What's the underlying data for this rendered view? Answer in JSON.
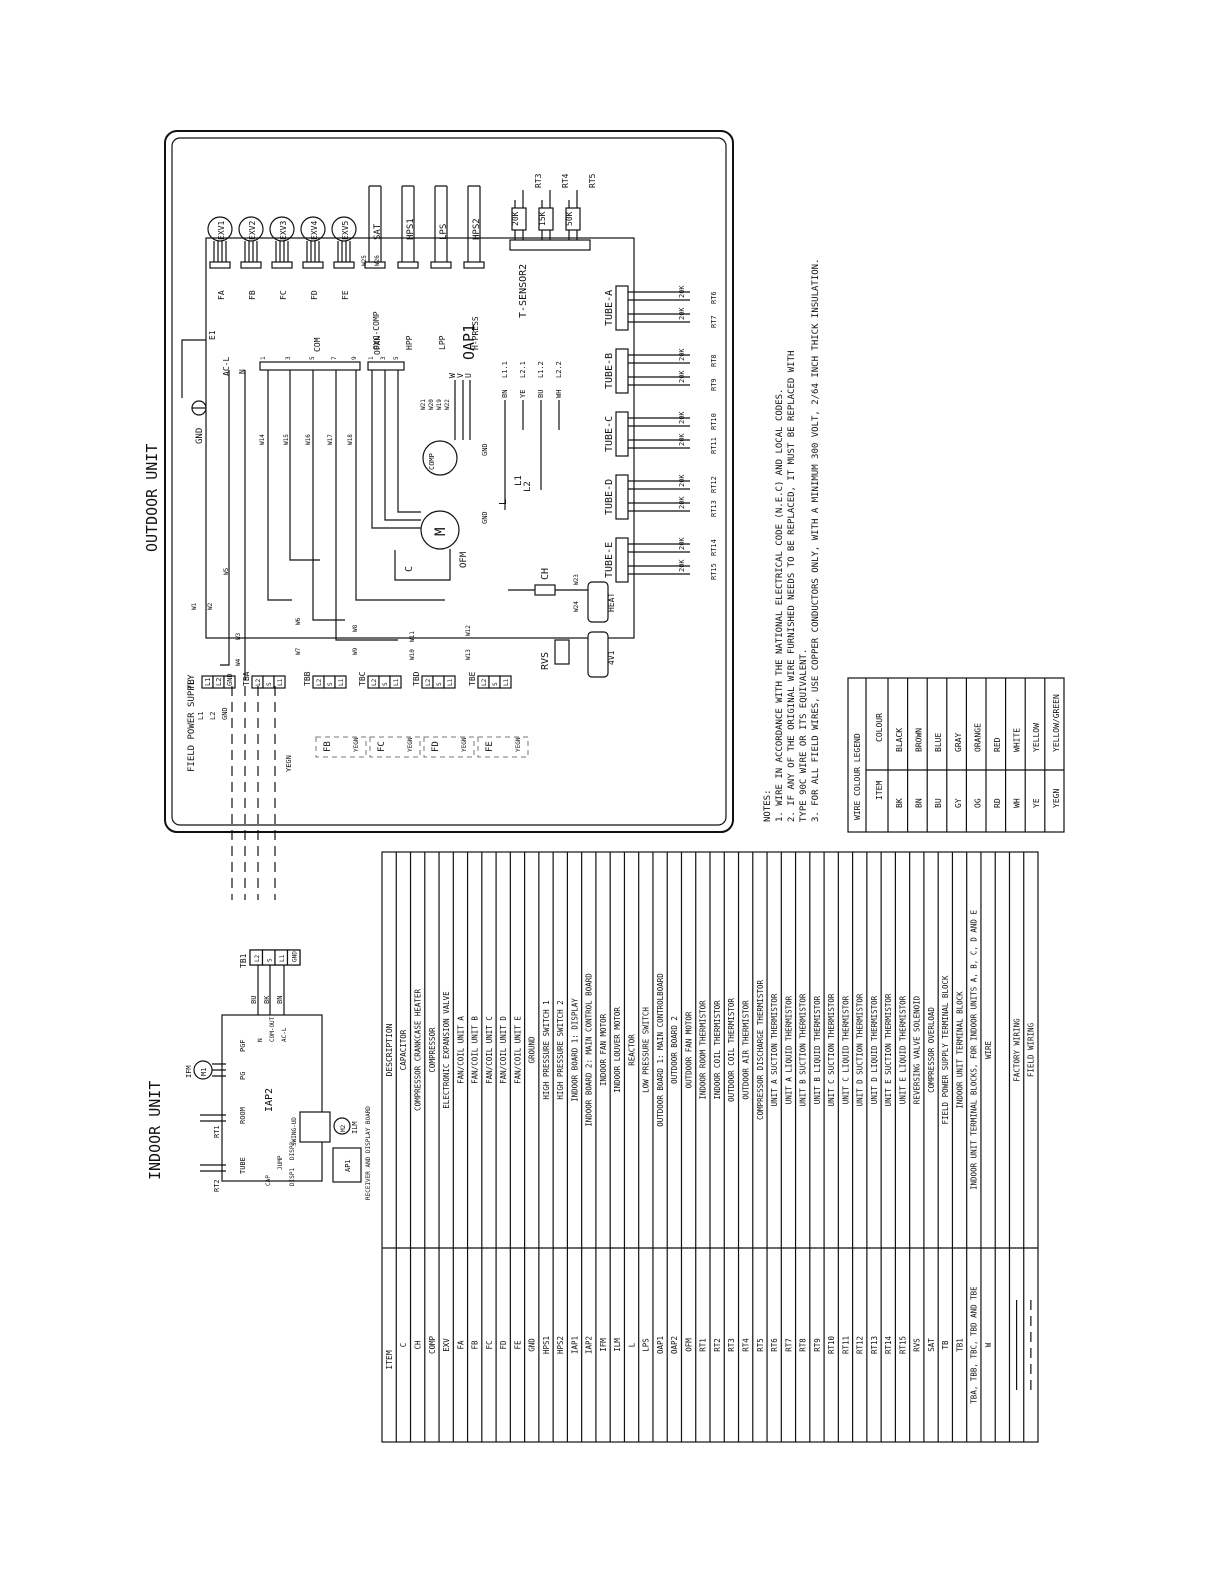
{
  "outdoor_unit": {
    "title": "OUTDOOR UNIT",
    "exv_labels": [
      "EXV1",
      "EXV2",
      "EXV3",
      "EXV4",
      "EXV5"
    ],
    "exv_connectors": [
      "FA",
      "FB",
      "FC",
      "FD",
      "FE"
    ],
    "switches": [
      "SAT",
      "HPS1",
      "LPS",
      "HPS2"
    ],
    "switch_connectors": [
      "OVC-COMP",
      "HPP",
      "LPP",
      "H-PRESS"
    ],
    "switch_wires": [
      "W25",
      "W26"
    ],
    "sensors": [
      "RT3",
      "RT4",
      "RT5"
    ],
    "sensor_values": [
      "20K",
      "15K",
      "50K"
    ],
    "sensor_connector": "T-SENSOR2",
    "board_label": "OAP1",
    "board_pins": [
      "E1",
      "AC-L",
      "N",
      "COM",
      "OFAN"
    ],
    "pin_numbers": [
      "1",
      "3",
      "5",
      "7",
      "9",
      "1",
      "3",
      "5"
    ],
    "compressor": {
      "label": "COMP",
      "pins": [
        "W",
        "V",
        "U"
      ],
      "wires": [
        "W21",
        "W20",
        "W19",
        "W22"
      ],
      "gnd": "GND"
    },
    "fan_motor": {
      "label": "OFM",
      "symbol": "M",
      "gnd": "GND",
      "wire": "W24"
    },
    "capacitor": "C",
    "reactor": {
      "label": "L",
      "coils": [
        "L1",
        "L2"
      ],
      "board_pins": [
        "L1.1",
        "L2.1",
        "L1.2",
        "L2.2"
      ],
      "wire_colors": [
        "BN",
        "YE",
        "BU",
        "WH"
      ]
    },
    "crankcase_heater": {
      "label": "CH",
      "connector": "HEAT",
      "wire": "W23"
    },
    "rvs": {
      "label": "RVS",
      "connector": "4V1"
    },
    "tubes": [
      {
        "label": "TUBE-A",
        "rts": [
          "RT6",
          "RT7"
        ]
      },
      {
        "label": "TUBE-B",
        "rts": [
          "RT8",
          "RT9"
        ]
      },
      {
        "label": "TUBE-C",
        "rts": [
          "RT10",
          "RT11"
        ]
      },
      {
        "label": "TUBE-D",
        "rts": [
          "RT12",
          "RT13"
        ]
      },
      {
        "label": "TUBE-E",
        "rts": [
          "RT14",
          "RT15"
        ]
      }
    ],
    "tube_thermistor_value": "20K",
    "internal_wires": [
      "W14",
      "W15",
      "W16",
      "W17",
      "W18",
      "W1",
      "W2",
      "W3",
      "W4",
      "W5",
      "W6",
      "W7",
      "W8",
      "W9",
      "W10",
      "W11",
      "W12",
      "W13"
    ],
    "gnd_label": "GND",
    "field_supply": {
      "label": "FIELD POWER SUPPLY",
      "tb": "TB",
      "terminals": [
        "L1",
        "L2",
        "GND"
      ],
      "field_terms": [
        "L1",
        "L2",
        "GND"
      ]
    },
    "terminal_blocks": [
      {
        "label": "TBA",
        "terms": [
          "L2",
          "S",
          "L1"
        ]
      },
      {
        "label": "TBB",
        "terms": [
          "L2",
          "S",
          "L1"
        ]
      },
      {
        "label": "TBC",
        "terms": [
          "L2",
          "S",
          "L1"
        ]
      },
      {
        "label": "TBD",
        "terms": [
          "L2",
          "S",
          "L1"
        ]
      },
      {
        "label": "TBE",
        "terms": [
          "L2",
          "S",
          "L1"
        ]
      }
    ],
    "fan_coil_units": [
      "FB",
      "FC",
      "FD",
      "FE"
    ],
    "yegn": "YEGN"
  },
  "notes": {
    "heading": "NOTES:",
    "lines": [
      "1. WIRE IN ACCORDANCE WITH THE NATIONAL ELECTRICAL CODE (N.E.C) AND LOCAL CODES.",
      "2. IF ANY OF THE ORIGINAL WIRE FURNISHED NEEDS TO BE REPLACED, IT MUST BE REPLACED WITH",
      "   TYPE 90C WIRE OR ITS EQUIVALENT.",
      "3. FOR ALL FIELD WIRES, USE COPPER CONDUCTORS ONLY, WITH A MINIMUM 300 VOLT, 2/64 INCH THICK INSULATION."
    ]
  },
  "wire_legend": {
    "title": "WIRE COLOUR LEGEND",
    "headers": [
      "ITEM",
      "COLOUR"
    ],
    "rows": [
      [
        "BK",
        "BLACK"
      ],
      [
        "BN",
        "BROWN"
      ],
      [
        "BU",
        "BLUE"
      ],
      [
        "GY",
        "GRAY"
      ],
      [
        "OG",
        "ORANGE"
      ],
      [
        "RD",
        "RED"
      ],
      [
        "WH",
        "WHITE"
      ],
      [
        "YE",
        "YELLOW"
      ],
      [
        "YEGN",
        "YELLOW/GREEN"
      ]
    ]
  },
  "indoor_unit": {
    "title": "INDOOR UNIT",
    "board": "IAP2",
    "tb": "TB1",
    "tb_terms": [
      "L2",
      "S",
      "L1",
      "GND"
    ],
    "wire_colors": [
      "BU",
      "BK",
      "BN"
    ],
    "board_pins": [
      "N",
      "COM-OUT",
      "AC-L"
    ],
    "ifm": {
      "label": "IFM",
      "symbol": "M1",
      "connectors": [
        "PG",
        "PGF"
      ]
    },
    "rt1": {
      "label": "RT1",
      "connector": "ROOM"
    },
    "rt2": {
      "label": "RT2",
      "connector": "TUBE"
    },
    "ilm": {
      "label": "ILM",
      "symbol": "M2",
      "connector": "SWING-UD"
    },
    "cap_jump": [
      "CAP",
      "JUMP"
    ],
    "disp": [
      "DISP1",
      "DISP2"
    ],
    "ap1": {
      "label": "AP1",
      "desc": "RECEIVER AND DISPLAY BOARD"
    }
  },
  "item_table": {
    "headers": [
      "ITEM",
      "DESCRIPTION"
    ],
    "rows": [
      [
        "C",
        "CAPACITOR"
      ],
      [
        "CH",
        "COMPRESSOR CRANKCASE HEATER"
      ],
      [
        "COMP",
        "COMPRESSOR"
      ],
      [
        "EXV",
        "ELECTRONIC EXPANSION VALVE"
      ],
      [
        "FA",
        "FAN/COIL UNIT A"
      ],
      [
        "FB",
        "FAN/COIL UNIT B"
      ],
      [
        "FC",
        "FAN/COIL UNIT C"
      ],
      [
        "FD",
        "FAN/COIL UNIT D"
      ],
      [
        "FE",
        "FAN/COIL UNIT E"
      ],
      [
        "GND",
        "GROUND"
      ],
      [
        "HPS1",
        "HIGH PRESSURE SWITCH 1"
      ],
      [
        "HPS2",
        "HIGH PRESSURE SWITCH 2"
      ],
      [
        "IAP1",
        "INDOOR BOARD 1: DISPLAY"
      ],
      [
        "IAP2",
        "INDOOR BOARD 2: MAIN CONTROL BOARD"
      ],
      [
        "IFM",
        "INDOOR FAN MOTOR"
      ],
      [
        "ILM",
        "INDOOR LOUVER MOTOR"
      ],
      [
        "L",
        "REACTOR"
      ],
      [
        "LPS",
        "LOW PRESSURE SWITCH"
      ],
      [
        "OAP1",
        "OUTDOOR BOARD 1: MAIN CONTROLBOARD"
      ],
      [
        "OAP2",
        "OUTDOOR BOARD 2"
      ],
      [
        "OFM",
        "OUTDOOR FAN MOTOR"
      ],
      [
        "RT1",
        "INDOOR ROOM THERMISTOR"
      ],
      [
        "RT2",
        "INDOOR COIL THERMISTOR"
      ],
      [
        "RT3",
        "OUTDOOR COIL THERMISTOR"
      ],
      [
        "RT4",
        "OUTDOOR AIR THERMISTOR"
      ],
      [
        "RT5",
        "COMPRESSOR DISCHARGE THERMISTOR"
      ],
      [
        "RT6",
        "UNIT A SUCTION THERMISTOR"
      ],
      [
        "RT7",
        "UNIT A LIQUID THERMISTOR"
      ],
      [
        "RT8",
        "UNIT B SUCTION THERMISTOR"
      ],
      [
        "RT9",
        "UNIT B LIQUID THERMISTOR"
      ],
      [
        "RT10",
        "UNIT C SUCTION THERMISTOR"
      ],
      [
        "RT11",
        "UNIT C LIQUID THERMISTOR"
      ],
      [
        "RT12",
        "UNIT D SUCTION THERMISTOR"
      ],
      [
        "RT13",
        "UNIT D LIQUID THERMISTOR"
      ],
      [
        "RT14",
        "UNIT E SUCTION THERMISTOR"
      ],
      [
        "RT15",
        "UNIT E LIQUID THERMISTOR"
      ],
      [
        "RVS",
        "REVERSING VALVE SOLENOID"
      ],
      [
        "SAT",
        "COMPRESSOR OVERLOAD"
      ],
      [
        "TB",
        "FIELD POWER SUPPLY TERMINAL BLOCK"
      ],
      [
        "TB1",
        "INDOOR UNIT TERMINAL BLOCK"
      ],
      [
        "TBA, TBB, TBC, TBD AND TBE",
        "INDOOR UNIT TERMINAL BLOCKS, FOR INDOOR UNITS A, B, C, D AND E"
      ],
      [
        "W",
        "WIRE"
      ],
      [
        "",
        ""
      ],
      [
        "",
        "FACTORY WIRING"
      ],
      [
        "",
        "FIELD WIRING"
      ]
    ]
  }
}
